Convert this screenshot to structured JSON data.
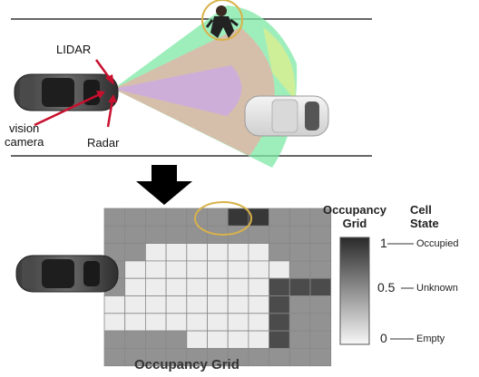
{
  "top_scene": {
    "sensor_labels": {
      "lidar": "LIDAR",
      "vision_camera_line1": "vision",
      "vision_camera_line2": "camera",
      "radar": "Radar"
    }
  },
  "occupancy_grid": {
    "caption": "Occupancy Grid",
    "rows": 9,
    "cols": 11,
    "cells": [
      [
        0.5,
        0.5,
        0.5,
        0.5,
        0.5,
        0.5,
        0.95,
        0.95,
        0.5,
        0.5,
        0.5
      ],
      [
        0.5,
        0.5,
        0.5,
        0.5,
        0.5,
        0.5,
        0.5,
        0.5,
        0.5,
        0.5,
        0.5
      ],
      [
        0.5,
        0.5,
        0.05,
        0.05,
        0.05,
        0.05,
        0.05,
        0.05,
        0.5,
        0.5,
        0.5
      ],
      [
        0.5,
        0.05,
        0.05,
        0.05,
        0.05,
        0.05,
        0.05,
        0.05,
        0.05,
        0.5,
        0.5
      ],
      [
        0.5,
        0.05,
        0.05,
        0.05,
        0.05,
        0.05,
        0.05,
        0.05,
        0.85,
        0.85,
        0.85
      ],
      [
        0.05,
        0.05,
        0.05,
        0.05,
        0.05,
        0.05,
        0.05,
        0.05,
        0.85,
        0.5,
        0.5
      ],
      [
        0.05,
        0.05,
        0.05,
        0.05,
        0.05,
        0.05,
        0.05,
        0.05,
        0.85,
        0.5,
        0.5
      ],
      [
        0.5,
        0.5,
        0.5,
        0.5,
        0.05,
        0.05,
        0.05,
        0.05,
        0.85,
        0.5,
        0.5
      ],
      [
        0.5,
        0.5,
        0.5,
        0.5,
        0.5,
        0.5,
        0.5,
        0.5,
        0.5,
        0.5,
        0.5
      ]
    ]
  },
  "legend": {
    "title_line1": "Occupancy",
    "title_line2": "Grid",
    "state_title_line1": "Cell",
    "state_title_line2": "State",
    "ticks": [
      {
        "value": "1",
        "state": "Occupied"
      },
      {
        "value": "0.5",
        "state": "Unknown"
      },
      {
        "value": "0",
        "state": "Empty"
      }
    ]
  }
}
